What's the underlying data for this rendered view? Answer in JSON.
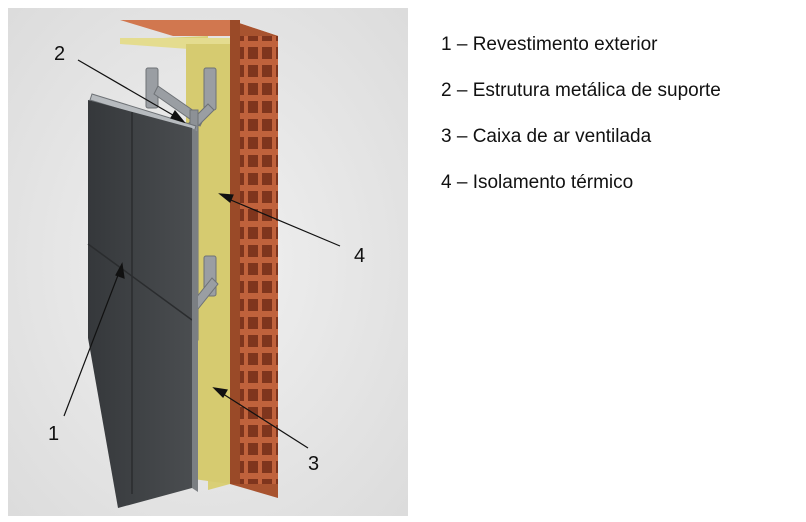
{
  "legend": {
    "items": [
      "1 – Revestimento exterior",
      "2 – Estrutura metálica de suporte",
      "3 – Caixa de ar ventilada",
      "4 – Isolamento térmico"
    ]
  },
  "callouts": {
    "n1": "1",
    "n2": "2",
    "n3": "3",
    "n4": "4"
  },
  "colors": {
    "background": "#e7e7e7",
    "panel": "#3d4043",
    "insulation": "#ddd27a",
    "brick": "#c56b45",
    "metal": "#9a9ea3"
  }
}
